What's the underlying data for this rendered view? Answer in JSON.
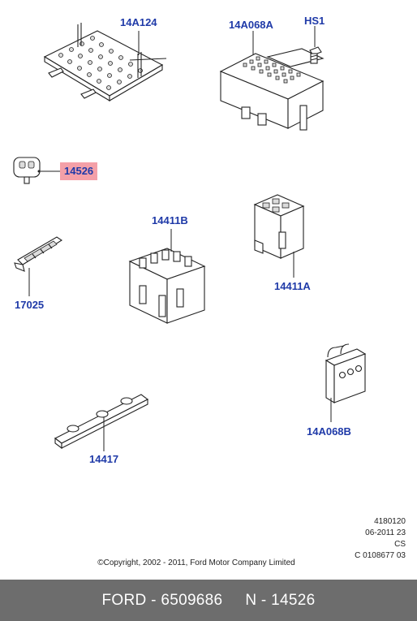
{
  "parts": {
    "p14A124": "14A124",
    "p14A068A": "14A068A",
    "pHS1": "HS1",
    "p14526": "14526",
    "p14411B": "14411B",
    "p14411A": "14411A",
    "p17025": "17025",
    "p14A068B": "14A068B",
    "p14417": "14417"
  },
  "meta": {
    "line1": "4180120",
    "line2": "06-2011 23",
    "line3": "CS",
    "line4": "C 0108677 03"
  },
  "copyright": "©Copyright, 2002 - 2011, Ford Motor Company Limited",
  "footer": {
    "brand": "FORD",
    "sep": " - ",
    "number": "6509686",
    "gap": "     ",
    "ref": "N - 14526"
  },
  "colors": {
    "label": "#1f3aa8",
    "highlight": "#f4a0a8",
    "footer_bg": "#6d6d6d"
  }
}
